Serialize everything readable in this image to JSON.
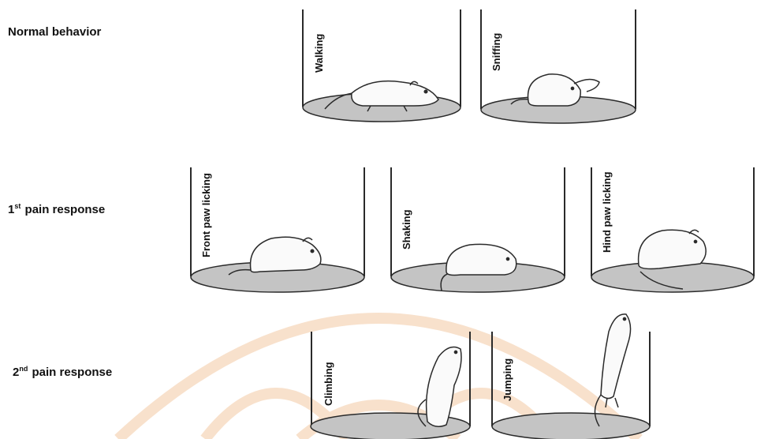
{
  "rows": [
    {
      "label_main": "Normal behavior",
      "label_num": "",
      "label_sup": ""
    },
    {
      "label_main": " pain response",
      "label_num": "1",
      "label_sup": "st"
    },
    {
      "label_main": " pain response",
      "label_num": "2",
      "label_sup": "nd"
    }
  ],
  "behaviors": {
    "walking": "Walking",
    "sniffing": "Sniffing",
    "front_paw_licking": "Front paw licking",
    "shaking": "Shaking",
    "hind_paw_licking": "Hind paw licking",
    "climbing": "Climbing",
    "jumping": "Jumping"
  },
  "colors": {
    "floor": "#c4c4c4",
    "outline": "#2a2a2a",
    "watermark": "#f3c9a3"
  }
}
